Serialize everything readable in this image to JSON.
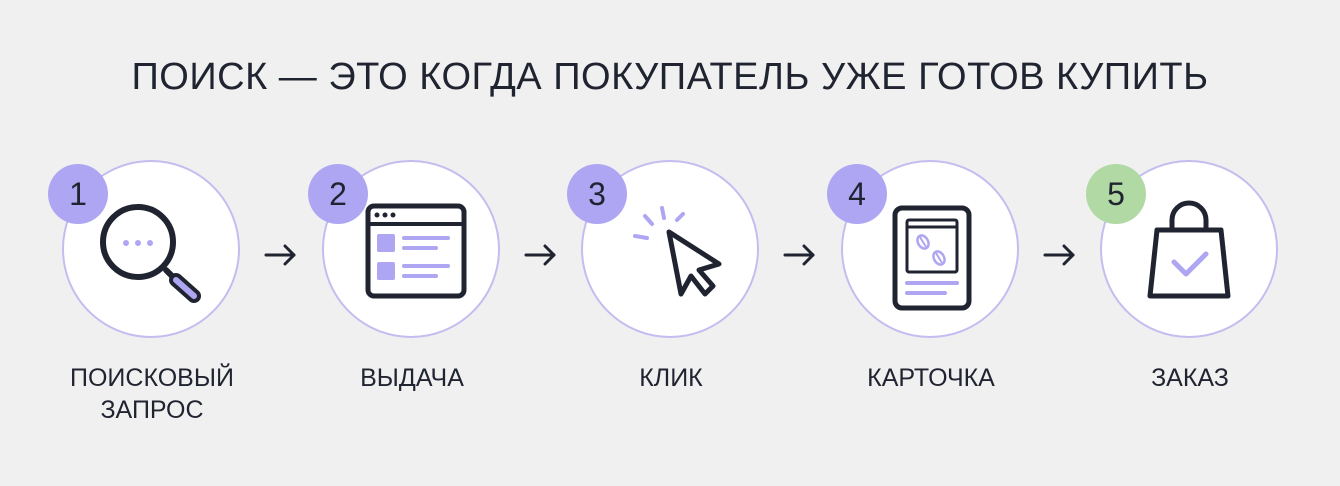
{
  "title": "ПОИСК — ЭТО КОГДА ПОКУПАТЕЛЬ УЖЕ ГОТОВ КУПИТЬ",
  "colors": {
    "background": "#f0f0f0",
    "circle_border": "#c3bdf0",
    "badge_purple": "#aea6f2",
    "badge_green": "#b1d9a4",
    "icon_stroke": "#1f2430",
    "icon_accent": "#aea6f2"
  },
  "steps": [
    {
      "number": "1",
      "label_line1": "ПОИСКОВЫЙ",
      "label_line2": "ЗАПРОС",
      "icon": "magnifier-icon"
    },
    {
      "number": "2",
      "label_line1": "ВЫДАЧА",
      "label_line2": "",
      "icon": "browser-results-icon"
    },
    {
      "number": "3",
      "label_line1": "КЛИК",
      "label_line2": "",
      "icon": "cursor-click-icon"
    },
    {
      "number": "4",
      "label_line1": "КАРТОЧКА",
      "label_line2": "",
      "icon": "product-card-icon"
    },
    {
      "number": "5",
      "label_line1": "ЗАКАЗ",
      "label_line2": "",
      "icon": "shopping-bag-check-icon"
    }
  ]
}
